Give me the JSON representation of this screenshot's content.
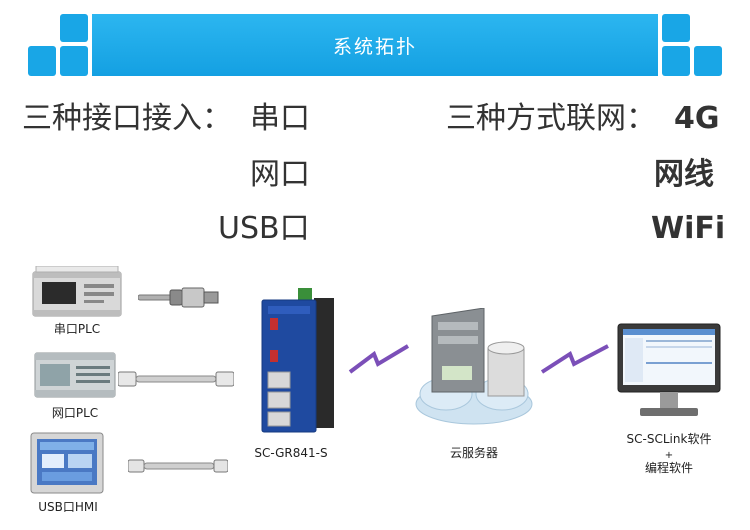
{
  "header": {
    "title": "系统拓扑"
  },
  "interfaces": {
    "heading": "三种接口接入：",
    "items": [
      "串口",
      "网口",
      "USB口"
    ]
  },
  "networking": {
    "heading": "三种方式联网：",
    "items": [
      "4G",
      "网线",
      "WiFi"
    ]
  },
  "devices": {
    "serial_plc": "串口PLC",
    "ethernet_plc": "网口PLC",
    "usb_hmi": "USB口HMI",
    "gateway": "SC-GR841-S",
    "cloud_server": "云服务器",
    "pc_line1": "SC-SCLink软件",
    "pc_line2": "+",
    "pc_line3": "编程软件"
  },
  "colors": {
    "accent": "#19a6e6",
    "gateway": "#1f4aa0",
    "wireless": "#7b4fb8"
  }
}
